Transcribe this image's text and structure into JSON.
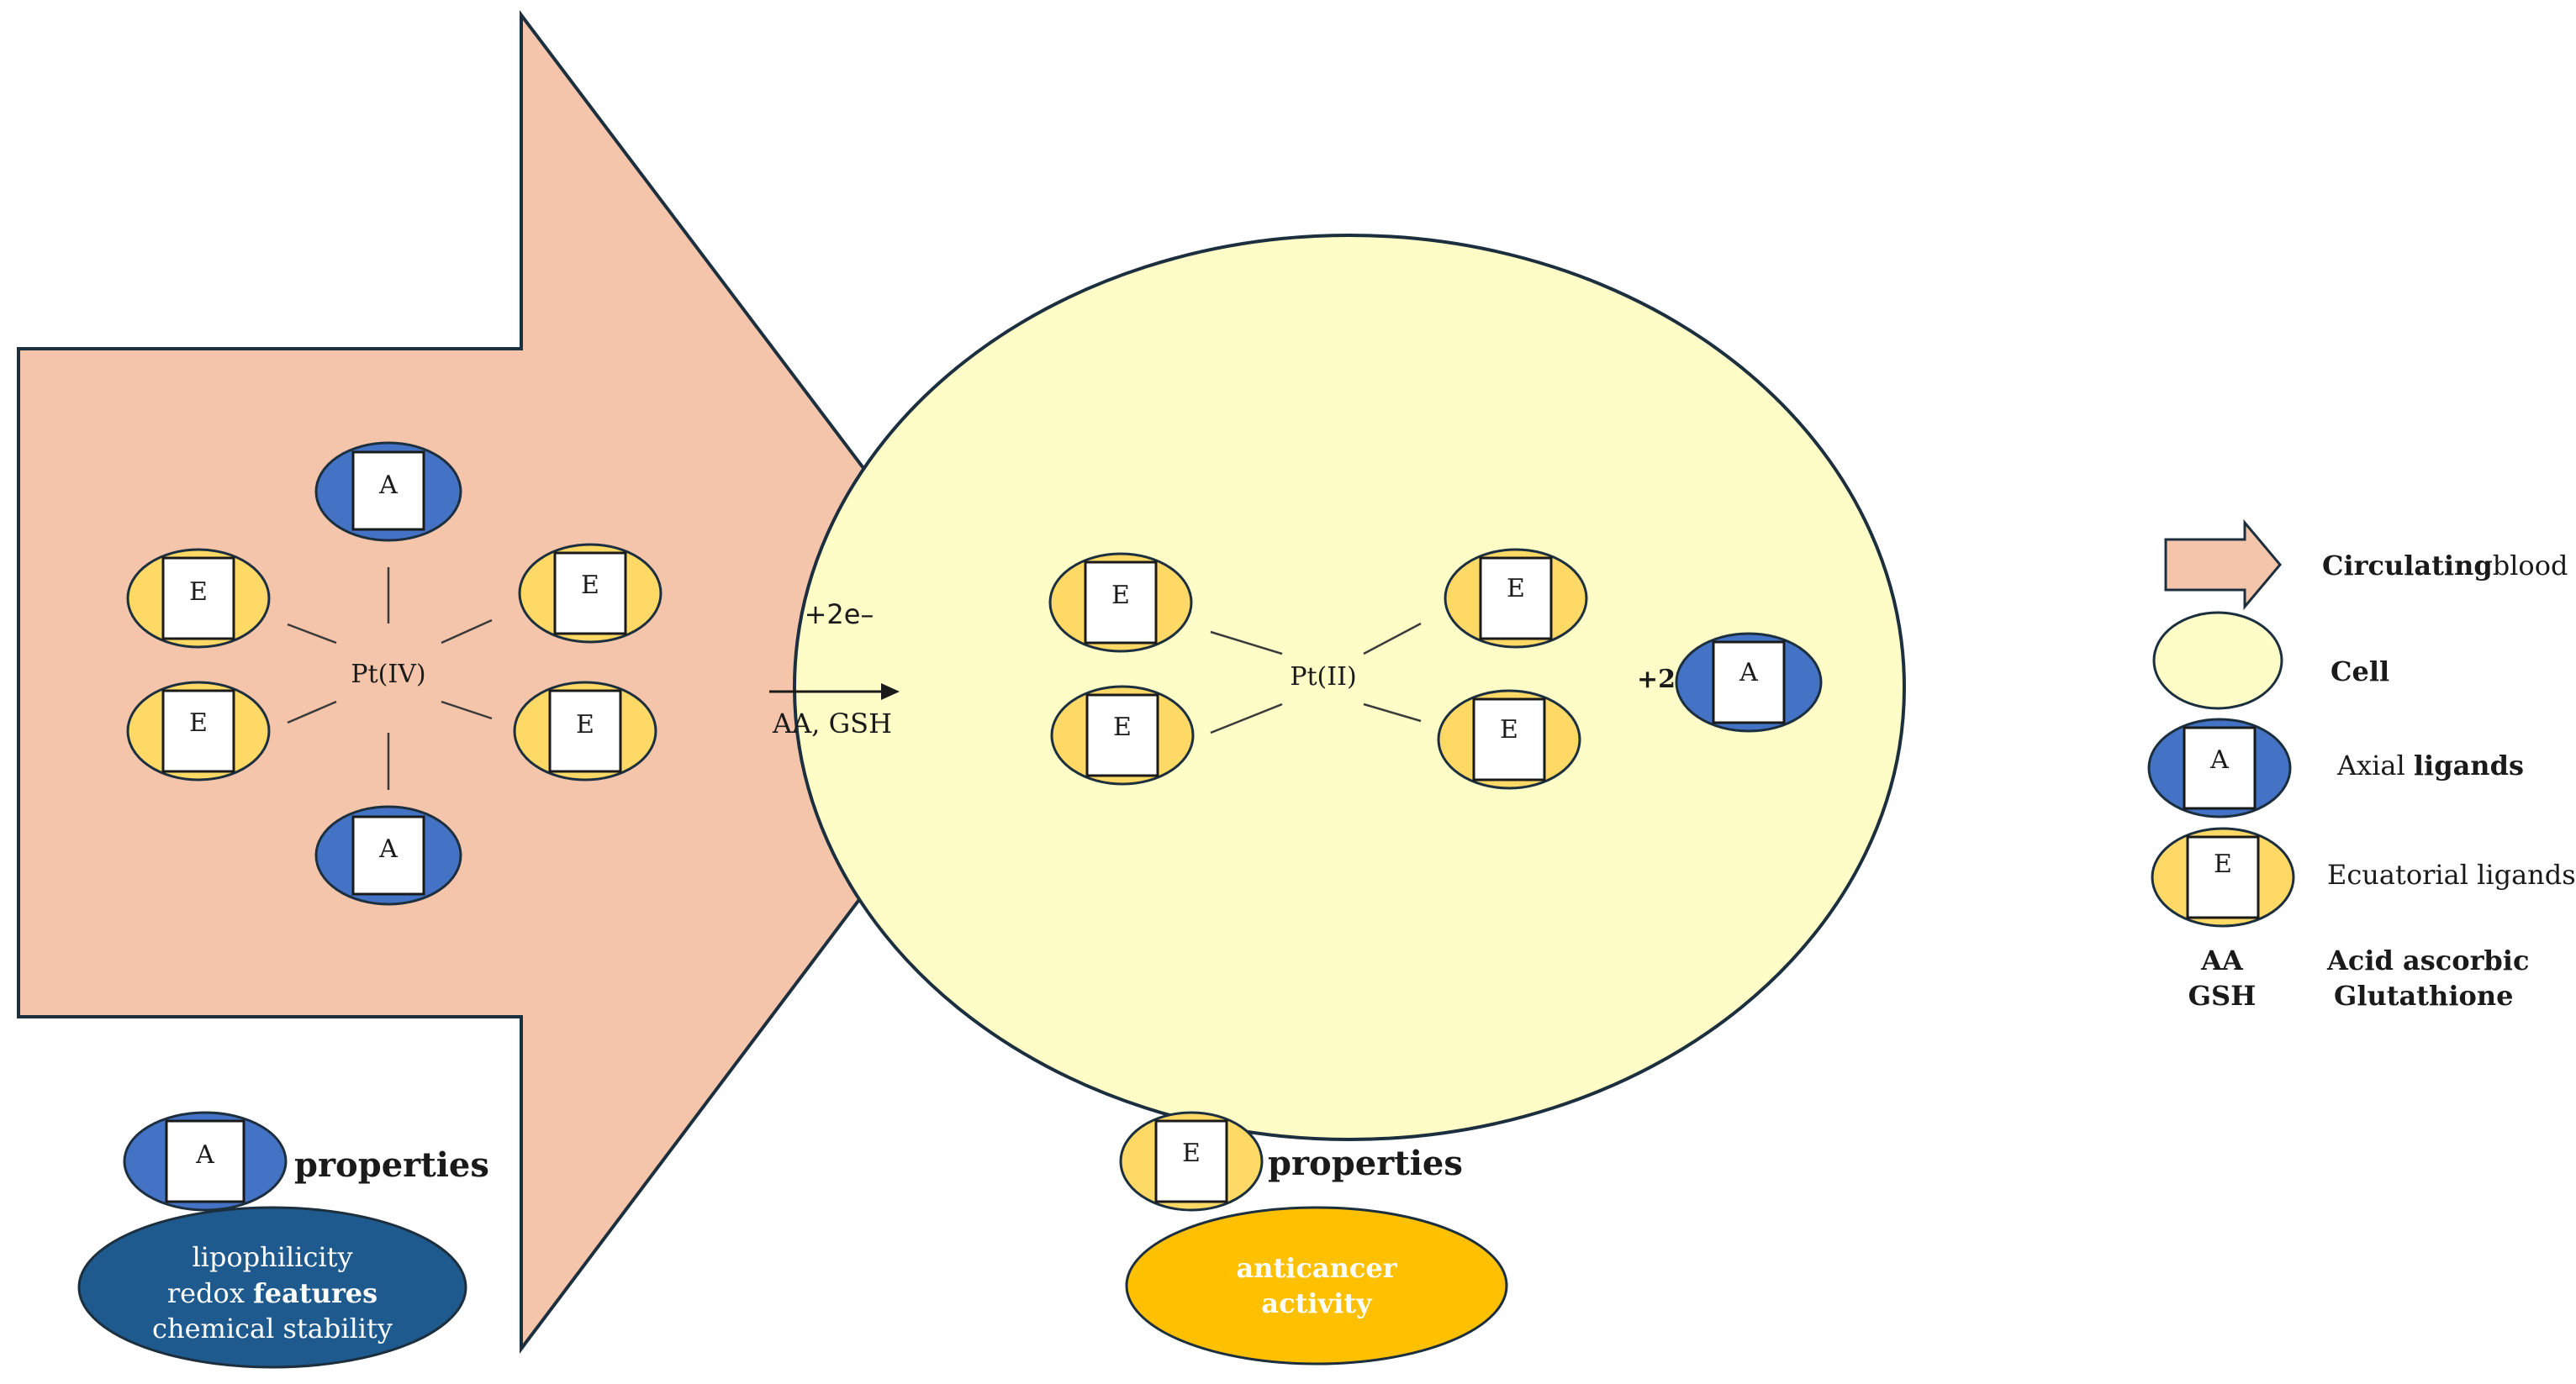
{
  "colors": {
    "blood": "#f5c5ab",
    "cell": "#fefdc8",
    "axial": "#4472c4",
    "equatorial": "#ffd966",
    "blue_box": "#1f5a8e",
    "orange_box": "#ffc000",
    "stroke": "#1c2f3e"
  },
  "ligands": {
    "axial_letter": "A",
    "equatorial_letter": "E"
  },
  "complex": {
    "pt4_label": "Pt(IV)",
    "pt2_label": "Pt(II)"
  },
  "reaction": {
    "electrons": "+2e–",
    "reductants": "AA, GSH",
    "released": "+2"
  },
  "axial_properties": {
    "title": "properties",
    "line1": "lipophilicity",
    "line2_plain": "redox",
    "line2_bold": "features",
    "line3": "chemical stability"
  },
  "equatorial_properties": {
    "title": "properties",
    "line1": "anticancer",
    "line2": "activity"
  },
  "legend": {
    "blood_bold": "Circulating",
    "blood_plain": "blood",
    "cell": "Cell",
    "axial_plain": "Axial",
    "axial_bold": "ligands",
    "equatorial": "Ecuatorial ligands",
    "aa_abbr": "AA",
    "aa_full": "Acid ascorbic",
    "gsh_abbr": "GSH",
    "gsh_full": "Glutathione"
  }
}
